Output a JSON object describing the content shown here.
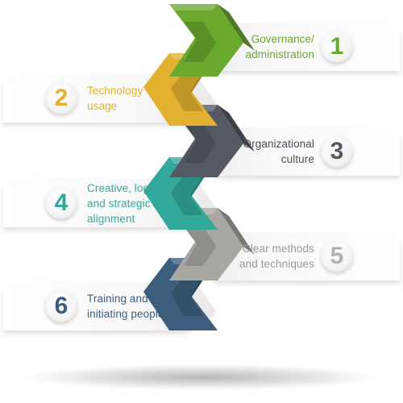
{
  "steps": [
    {
      "number": "1",
      "lines": [
        "Governance/",
        "administration"
      ],
      "color": "#6aa82e",
      "side": "right"
    },
    {
      "number": "2",
      "lines": [
        "Technology",
        "usage"
      ],
      "color": "#e2b12f",
      "side": "left"
    },
    {
      "number": "3",
      "lines": [
        "Organizational",
        "culture"
      ],
      "color": "#555a62",
      "side": "right"
    },
    {
      "number": "4",
      "lines": [
        "Creative, logical,",
        "and strategic",
        "alignment"
      ],
      "color": "#33a99b",
      "side": "left"
    },
    {
      "number": "5",
      "lines": [
        "Clear methods",
        "and techniques"
      ],
      "color": "#a9a7a2",
      "side": "right"
    },
    {
      "number": "6",
      "lines": [
        "Training and",
        "initiating people"
      ],
      "color": "#3c5e7c",
      "side": "left"
    }
  ]
}
